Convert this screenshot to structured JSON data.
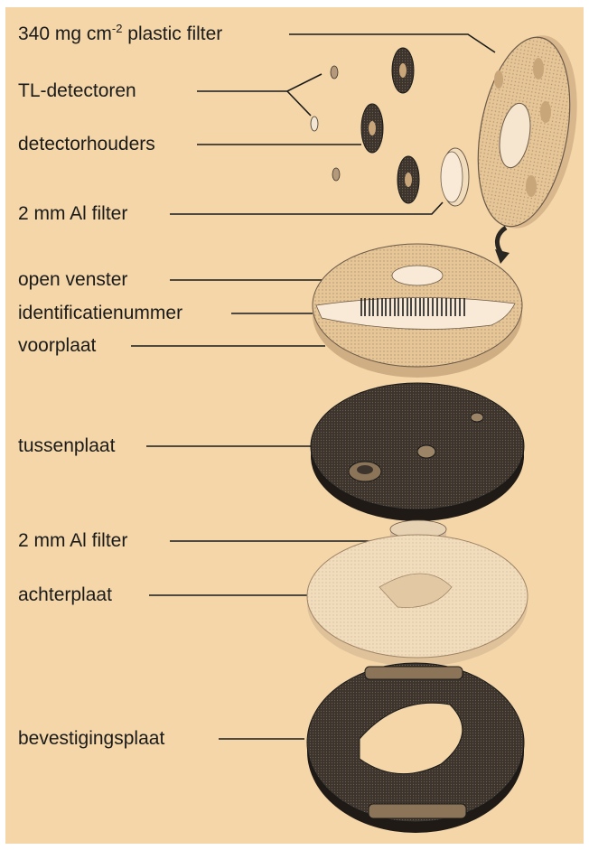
{
  "labels": {
    "plastic_filter": {
      "main": "340 mg cm",
      "sup": "-2",
      "rest": " plastic filter"
    },
    "tl_detectoren": "TL-detectoren",
    "detectorhouders": "detectorhouders",
    "al_filter_top": "2 mm Al filter",
    "open_venster": "open venster",
    "identificatienummer": "identificatienummer",
    "voorplaat": "voorplaat",
    "tussenplaat": "tussenplaat",
    "al_filter_bottom": "2 mm Al filter",
    "achterplaat": "achterplaat",
    "bevestigingsplaat": "bevestigingsplaat"
  },
  "colors": {
    "background": "#f4d6a8",
    "ink": "#1a1a1a",
    "light_part": "#e8c79c",
    "dark_part": "#3a332c"
  }
}
